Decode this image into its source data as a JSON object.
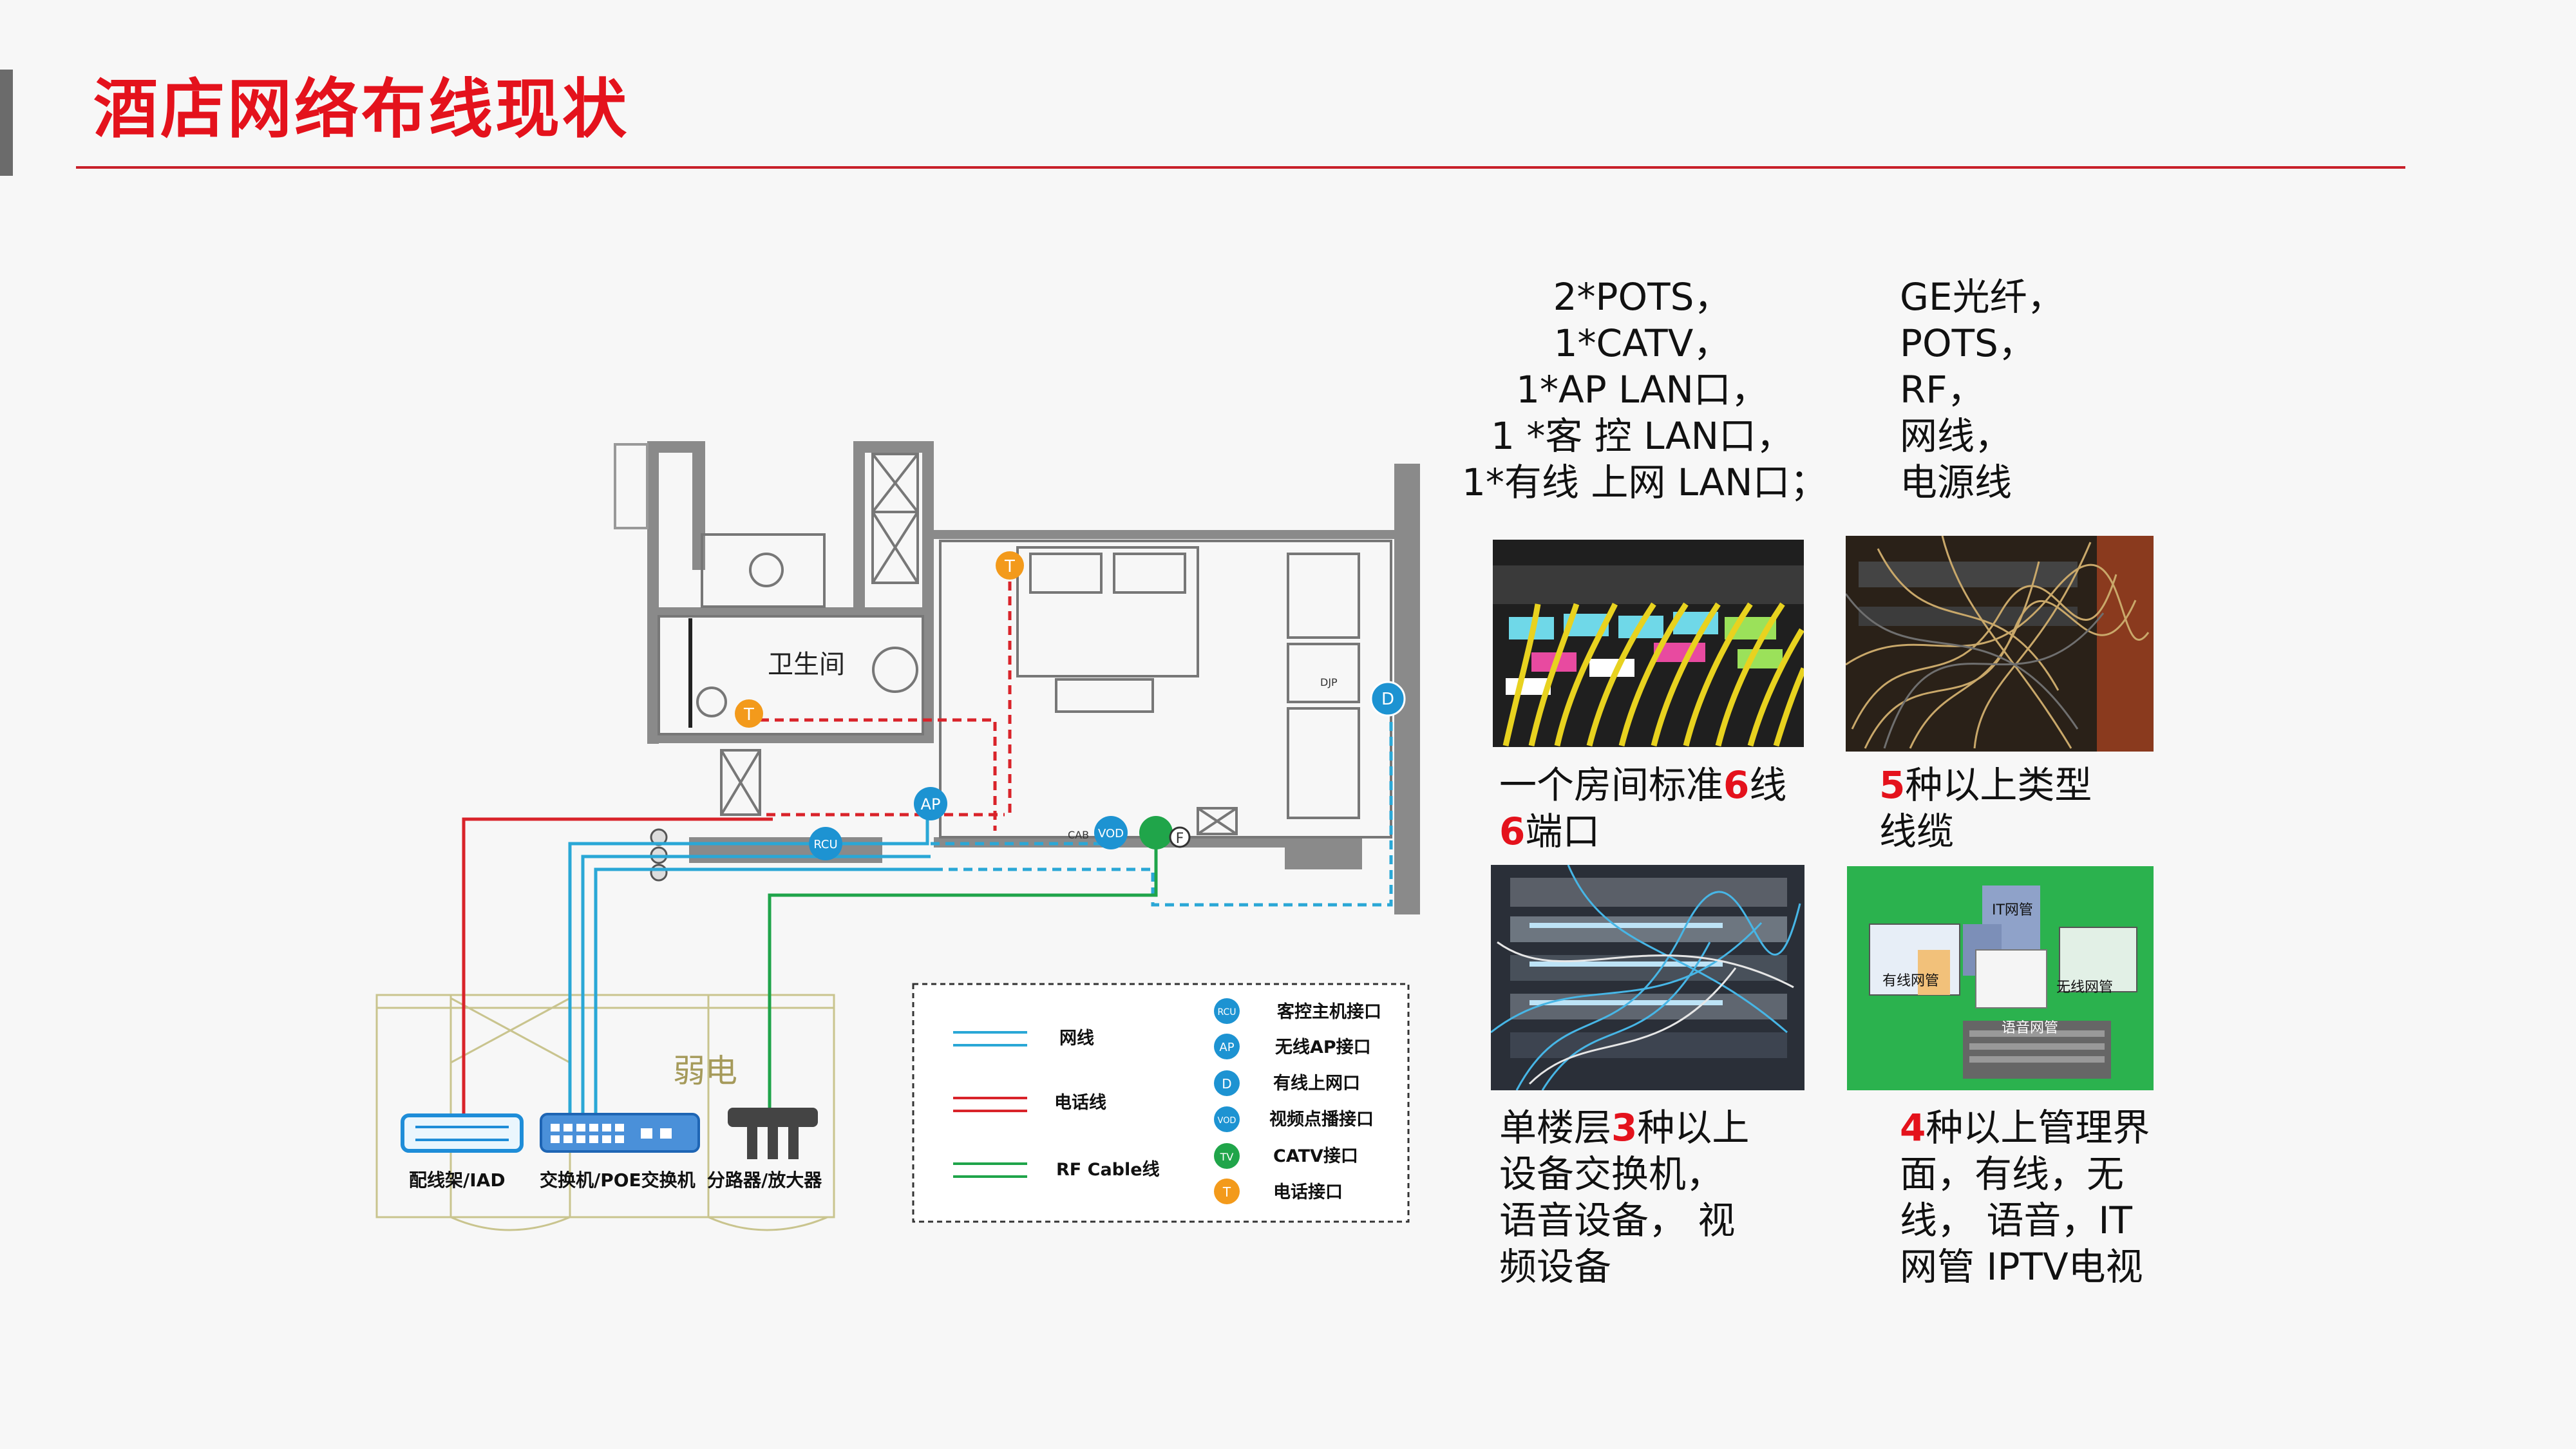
{
  "title": "酒店网络布线现状",
  "room_label": "卫生间",
  "weak_room_label": "弱电",
  "equipment": {
    "patch_panel": "配线架/IAD",
    "switch": "交换机/POE交换机",
    "splitter": "分路器/放大器"
  },
  "plan_markers": {
    "T": "T",
    "AP": "AP",
    "RCU": "RCU",
    "D": "D",
    "VOD": "VOD",
    "F": "F",
    "CAB": "CAB",
    "DJP": "DJP"
  },
  "legend": {
    "lines": [
      {
        "label": "网线",
        "color": "#2aa7d6"
      },
      {
        "label": "电话线",
        "color": "#d9232a"
      },
      {
        "label": "RF Cable线",
        "color": "#1fa44a"
      }
    ],
    "icons": [
      {
        "badge": "RCU",
        "label": "客控主机接口",
        "color": "#1d93d2"
      },
      {
        "badge": "AP",
        "label": "无线AP接口",
        "color": "#1d93d2"
      },
      {
        "badge": "D",
        "label": "有线上网口",
        "color": "#1d93d2"
      },
      {
        "badge": "VOD",
        "label": "视频点播接口",
        "color": "#1d93d2"
      },
      {
        "badge": "TV",
        "label": "CATV接口",
        "color": "#20a54a"
      },
      {
        "badge": "T",
        "label": "电话接口",
        "color": "#f39a1b"
      }
    ]
  },
  "ports_block": {
    "lines": [
      "2*POTS，",
      "1*CATV，",
      "1*AP LAN口，",
      "1 *客 控 LAN口，",
      "1*有线 上网 LAN口；"
    ]
  },
  "cables_block": {
    "lines": [
      "GE光纤，",
      "POTS，",
      "RF，",
      "网线，",
      "电源线"
    ]
  },
  "caption1": {
    "line1_a": "一个房间标准",
    "line1_num": "6",
    "line1_b": "线",
    "line2_num": "6",
    "line2_b": "端口"
  },
  "caption2": {
    "line1_num": "5",
    "line1_b": "种以上类型",
    "line2": "线缆"
  },
  "caption3": {
    "line1_a": "单楼层",
    "line1_num": "3",
    "line1_b": "种以上",
    "line2": "设备交换机，",
    "line3": "语音设备， 视",
    "line4": "频设备"
  },
  "caption4": {
    "line1_num": "4",
    "line1_b": "种以上管理界",
    "line2": "面，有线，无",
    "line3": "线， 语音，IT",
    "line4": "网管 IPTV电视"
  },
  "mgmt_labels": {
    "it": "IT网管",
    "wired": "有线网管",
    "wireless": "无线网管",
    "voice": "语音网管"
  },
  "colors": {
    "accent_red": "#e4121c",
    "network_blue": "#2aa7d6",
    "phone_red": "#d9232a",
    "rf_green": "#1fa44a"
  }
}
